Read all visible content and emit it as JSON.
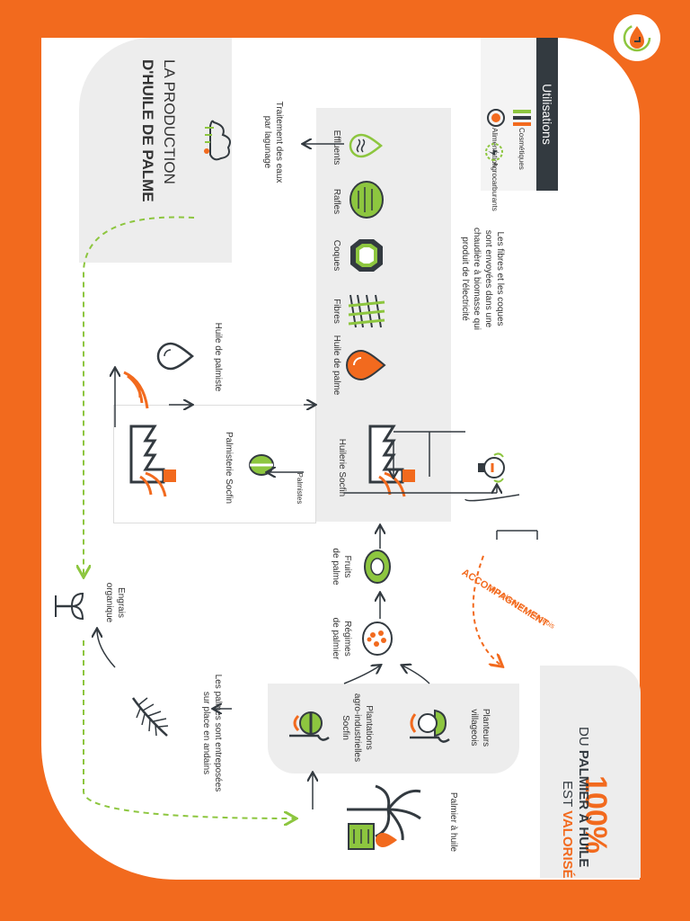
{
  "logo": {
    "name": "socfin-drop-logo-icon"
  },
  "title": {
    "line1": "LA PRODUCTION",
    "line2": "D'HUILE DE PALME"
  },
  "utilisations": {
    "title": "Utilisations",
    "items": [
      "Alimentation",
      "Cosmétiques",
      "Agrocarburants"
    ]
  },
  "products": [
    "Effluents",
    "Rafles",
    "Coques",
    "Fibres",
    "Huile de palme"
  ],
  "treatment": {
    "line1": "Traitement des eaux",
    "line2": "par lagunage"
  },
  "biomass": [
    "Les fibres et les coques",
    "sont envoyées dans une",
    "chaudière à biomasse qui",
    "produit de l'électricité"
  ],
  "kernel_oil": "Huile de palmiste",
  "kernel_mill": "Palmisterie Socfin",
  "kernels": "Palmistes",
  "oil_mill": "Huilerie Socfin",
  "fruits": {
    "line1": "Fruits",
    "line2": "de palme"
  },
  "bunches": {
    "line1": "Régimes",
    "line2": "de palmier"
  },
  "fertilizer": {
    "line1": "Engrais",
    "line2": "organique"
  },
  "fronds": {
    "line1": "Les palmes sont entreposées",
    "line2": "sur place en andains"
  },
  "plantations": {
    "line1": "Plantations",
    "line2": "agro-industrielles",
    "line3": "Socfin"
  },
  "smallholders": {
    "line1": "Planteurs",
    "line2": "villageois"
  },
  "palm": "Palmier à huile",
  "support": {
    "main": "ACCOMPAGNEMENT",
    "sub": "aux planteurs villageois"
  },
  "headline": {
    "big": "100%",
    "line1": "DU",
    "line1b": "PALMIER À HUILE",
    "line2": "EST",
    "line2b": "VALORISÉ"
  },
  "colors": {
    "orange": "#f26a1e",
    "green": "#8dc63f",
    "dark": "#333a40",
    "gray": "#ededed"
  }
}
